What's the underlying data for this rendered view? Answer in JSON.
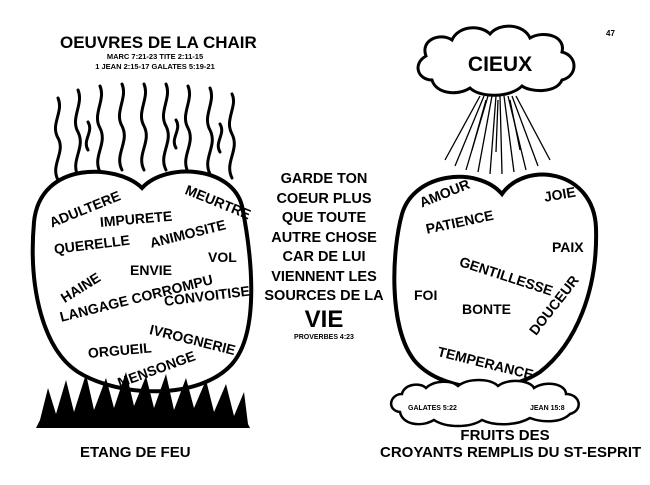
{
  "page": {
    "number": "47"
  },
  "left": {
    "title": "OEUVRES DE LA CHAIR",
    "refs_line1": "MARC 7:21-23    TITE 2:11-15",
    "refs_line2": "1 JEAN 2:15-17    GALATES 5:19-21",
    "words": [
      "ADULTERE",
      "MEURTRE",
      "IMPURETE",
      "QUERELLE",
      "ANIMOSITE",
      "VOL",
      "ENVIE",
      "HAINE",
      "LANGAGE CORROMPU",
      "CONVOITISE",
      "IVROGNERIE",
      "ORGUEIL",
      "MENSONGE"
    ],
    "bottom_label": "ETANG DE FEU"
  },
  "center": {
    "lines": [
      "GARDE TON",
      "COEUR PLUS",
      "QUE TOUTE",
      "AUTRE CHOSE",
      "CAR DE LUI",
      "VIENNENT LES",
      "SOURCES DE LA"
    ],
    "emphasis": "VIE",
    "reference": "PROVERBES 4:23"
  },
  "right": {
    "cloud_label": "CIEUX",
    "words": [
      "AMOUR",
      "JOIE",
      "PATIENCE",
      "PAIX",
      "GENTILLESSE",
      "FOI",
      "BONTE",
      "DOUCEUR",
      "TEMPERANCE"
    ],
    "cloud_ref_left": "GALATES 5:22",
    "cloud_ref_right": "JEAN 15:8",
    "caption_line1": "FRUITS DES",
    "caption_line2": "CROYANTS REMPLIS DU ST-ESPRIT"
  }
}
